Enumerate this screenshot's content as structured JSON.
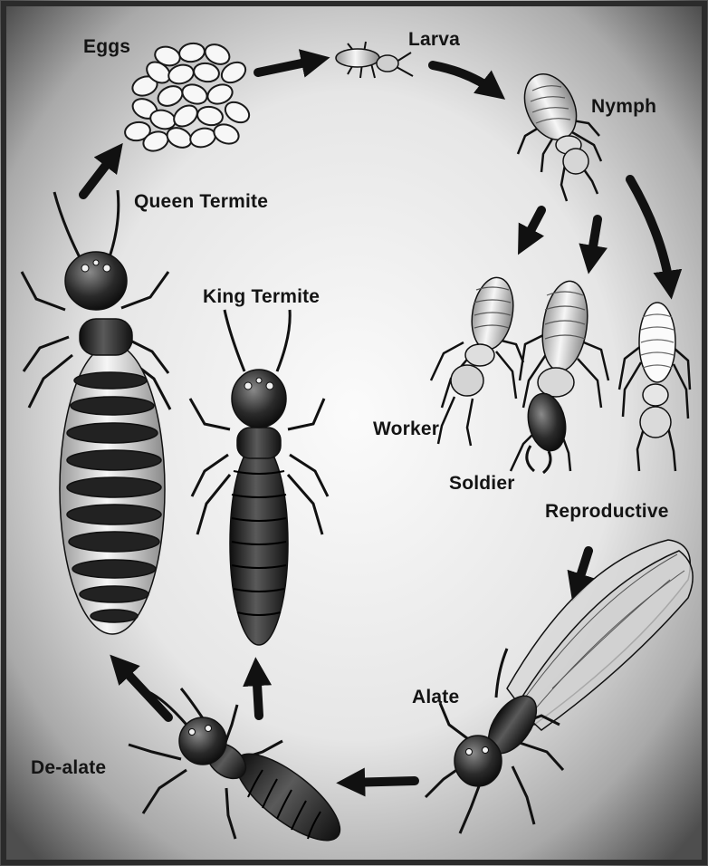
{
  "diagram": {
    "stages": {
      "eggs": "Eggs",
      "larva": "Larva",
      "nymph": "Nymph",
      "queen": "Queen Termite",
      "king": "King Termite",
      "worker": "Worker",
      "soldier": "Soldier",
      "reproductive": "Reproductive",
      "alate": "Alate",
      "dealate": "De-alate"
    }
  },
  "colors": {
    "background_center": "#fafafa",
    "background_edge": "#4a4a4a",
    "insect_body": "#2a2a2a",
    "insect_pale": "#f2f2f2",
    "arrow": "#111111"
  }
}
